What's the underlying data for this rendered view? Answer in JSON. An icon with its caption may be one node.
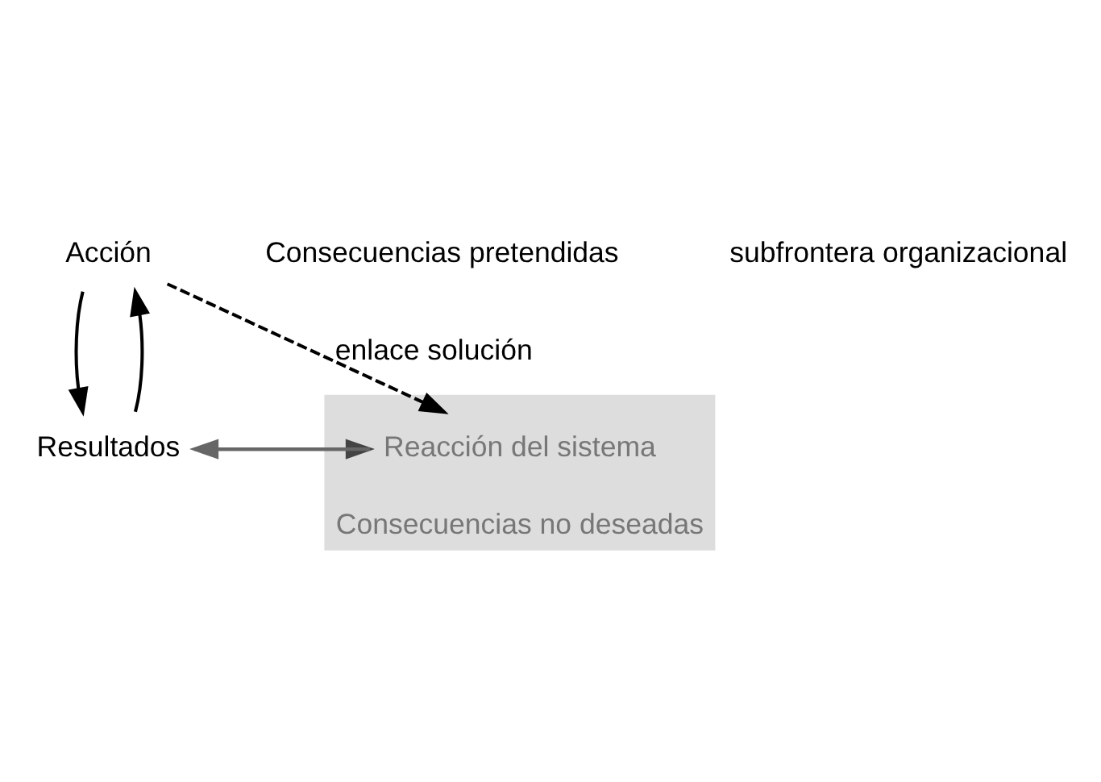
{
  "diagram": {
    "nodes": [
      {
        "text": [
          "Acción"
        ]
      },
      {
        "text": [
          "Resultados"
        ]
      },
      {
        "text": [
          "Consecuencias no deseadas"
        ]
      },
      {
        "text": [
          "Reacción del sistema"
        ],
        "in": 2
      }
    ],
    "edges": [
      {
        "from": 1,
        "to": 0,
        "arrow": "to"
      },
      {
        "from": 0,
        "to": 1,
        "arrow": "to"
      },
      {
        "from": 1,
        "to": 3,
        "arrow": "to",
        "color": "#444444"
      },
      {
        "from": 3,
        "to": 1,
        "arrow": "to",
        "color": "#666666"
      },
      {
        "from": 0,
        "to": 3,
        "arrow": "to",
        "style": "dashed",
        "label": "enlace solución"
      }
    ],
    "labels": [
      "Consecuencias pretendidas",
      "subfrontera organizacional"
    ]
  }
}
